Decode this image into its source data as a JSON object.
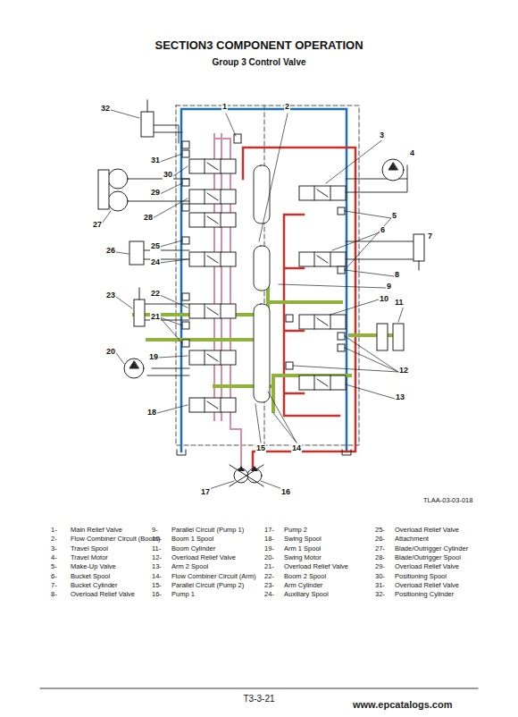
{
  "diagram": {
    "title": "SECTION3 COMPONENT OPERATION",
    "labels": [
      "Group 3 Control Valve",
      "32",
      "1",
      "2",
      "3",
      "31",
      "30",
      "4",
      "29",
      "28",
      "27",
      "5",
      "6",
      "7",
      "26",
      "25",
      "24",
      "8",
      "9",
      "22",
      "10",
      "11",
      "23",
      "21",
      "12",
      "20",
      "19",
      "13",
      "18",
      "15",
      "14",
      "17",
      "16",
      "TLAA-03-03-018",
      "1-",
      "Main Relief Valve",
      "2-",
      "Flow Combiner Circuit (Boom)",
      "3-",
      "Travel Spool",
      "4-",
      "Travel Motor",
      "5-",
      "Make-Up Valve",
      "6-",
      "Bucket Spool",
      "7-",
      "Bucket Cylinder",
      "8-",
      "Overload Relief Valve",
      "9-",
      "Parallel Circuit (Pump 1)",
      "10-",
      "Boom 1 Spool",
      "11-",
      "Boom Cylinder",
      "12-",
      "Overload Relief Valve",
      "13-",
      "Arm 2 Spool",
      "14-",
      "Flow Combiner Circuit (Arm)",
      "15-",
      "Parallel Circuit (Pump 2)",
      "16-",
      "Pump 1",
      "17-",
      "Pump 2",
      "18-",
      "Swing Spool",
      "19-",
      "Arm 1 Spool",
      "20-",
      "Swing Motor",
      "21-",
      "Overload Relief Valve",
      "22-",
      "Boom 2 Spool",
      "23-",
      "Arm Cylinder",
      "24-",
      "Auxiliary Spool",
      "25-",
      "Overload Relief Valve",
      "26-",
      "Attachment",
      "27-",
      "Blade/Outrigger Cylinder",
      "28-",
      "Blade/Outrigger Spool",
      "29-",
      "Overload Relief Valve",
      "30-",
      "Positioning Spool",
      "31-",
      "Overload Relief Valve",
      "32-",
      "Positioning Cylinder",
      "T3-3-21",
      "www.epcatalogs.com"
    ]
  }
}
